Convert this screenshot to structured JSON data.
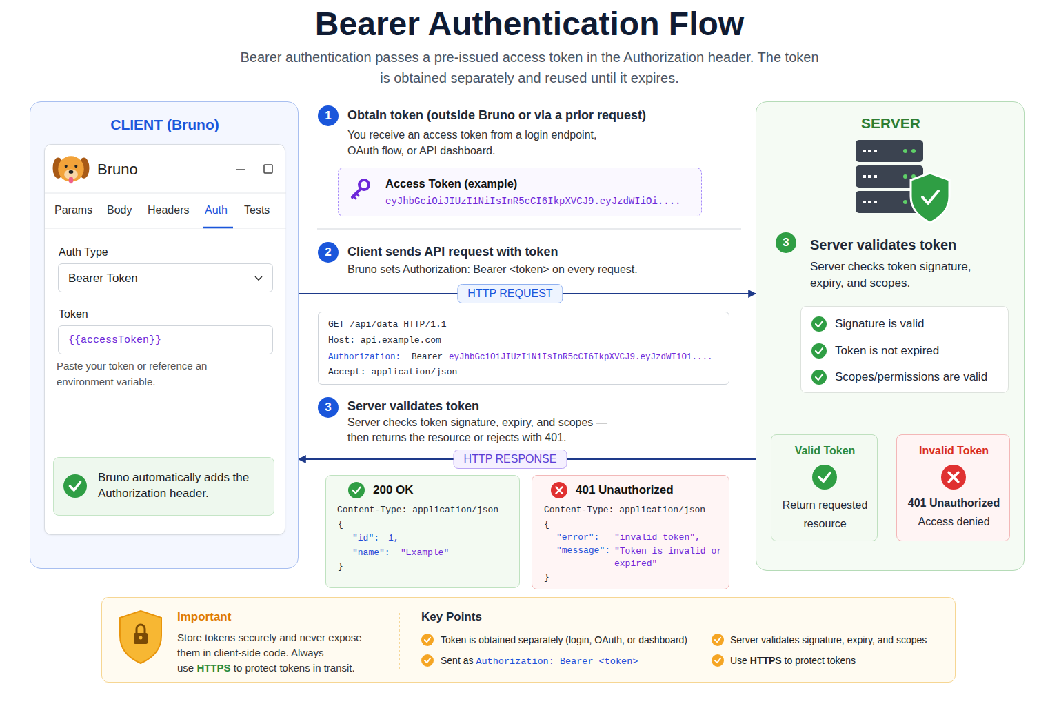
{
  "diagram": {
    "title": "Bearer Authentication Flow",
    "caption": "Bearer authentication passes a pre-issued access token in the Authorization header. The token is obtained separately and reused until it expires.",
    "nodes": [
      {
        "text": [
          "CLIENT (Bruno)"
        ]
      },
      {
        "text": [
          "Bruno"
        ],
        "in": 0
      },
      {
        "text": [
          "Auth Type",
          "Bearer Token"
        ],
        "in": 1
      },
      {
        "text": [
          "Token",
          "{{accessToken}}"
        ],
        "in": 1
      },
      {
        "text": [
          "Bruno automatically adds the Authorization header."
        ],
        "in": 1
      },
      {
        "text": [
          "Access Token (example)",
          "eyJhbGciOiJIUzI1NiIsInR5cCI6IkpXVCJ9.eyJzdWIiOi...."
        ]
      },
      {
        "text": [
          "GET /api/data HTTP/1.1",
          "Host: api.example.com",
          "Authorization:",
          "Bearer",
          "eyJhbGciOiJIUzI1NiIsInR5cCI6IkpXVCJ9.eyJzdWIiOi....",
          "Accept: application/json"
        ]
      },
      {
        "text": [
          "200 OK",
          "Content-Type: application/json",
          "{",
          "\"id\":",
          "1,",
          "\"name\":",
          "\"Example\"",
          "}"
        ]
      },
      {
        "text": [
          "401 Unauthorized",
          "Content-Type: application/json",
          "{",
          "\"error\":",
          "\"invalid_token\",",
          "\"message\":",
          "\"Token is invalid or expired\"",
          "}"
        ]
      },
      {
        "text": [
          "SERVER",
          "Server validates token",
          "Server checks token signature, expiry, and scopes."
        ]
      },
      {
        "text": [
          "Signature is valid",
          "Token is not expired",
          "Scopes/permissions are valid"
        ],
        "in": 9
      },
      {
        "text": [
          "Valid Token",
          "Return requested resource"
        ],
        "in": 9
      },
      {
        "text": [
          "Invalid Token",
          "401 Unauthorized",
          "Access denied"
        ],
        "in": 9
      },
      {
        "text": [
          "Important",
          "Store tokens securely and never expose them in client-side code. Always use",
          "HTTPS",
          "to protect tokens in transit.",
          "Key Points",
          "Token is obtained separately (login, OAuth, or dashboard)",
          "Sent as",
          "Authorization: Bearer <token>",
          "Server validates signature, expiry, and scopes",
          "Use",
          "HTTPS",
          "to protect tokens"
        ]
      }
    ],
    "edges": [
      {
        "from": 0,
        "to": 9,
        "label": "HTTP REQUEST",
        "arrow": "to"
      },
      {
        "from": 9,
        "to": 0,
        "label": "HTTP RESPONSE",
        "arrow": "to"
      },
      {
        "from": 10,
        "to": 11,
        "arrow": "to"
      },
      {
        "from": 10,
        "to": 12,
        "arrow": "to"
      }
    ],
    "labels": [
      "1",
      "Obtain token (outside Bruno or via a prior request)",
      "You receive an access token from a login endpoint, OAuth flow, or API dashboard.",
      "2",
      "Client sends API request with token",
      "Bruno sets Authorization: Bearer <token> on every request.",
      "3",
      "Server validates token",
      "Server checks token signature, expiry, and scopes — then returns the resource or rejects with 401.",
      "Params",
      "Body",
      "Headers",
      "Auth",
      "Tests",
      "Paste your token or reference an environment variable.",
      "3"
    ]
  }
}
